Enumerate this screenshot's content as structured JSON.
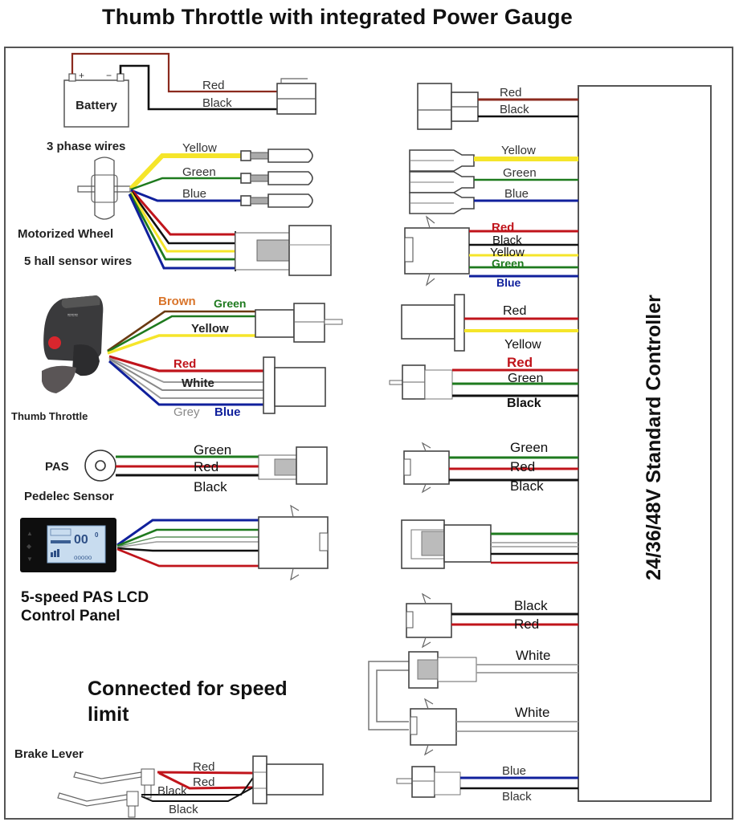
{
  "header": {
    "title": "Thumb Throttle with integrated Power Gauge"
  },
  "colors": {
    "red": "#c0141b",
    "battery_red": "#8b2a1e",
    "black": "#111111",
    "yellow": "#f5e52a",
    "green": "#1e7a1e",
    "blue": "#10209c",
    "white_wire": "#9a9a9a",
    "brown": "#6a3a12",
    "brown_label": "#d9742a",
    "grey_label": "#8a8a8a"
  },
  "left": {
    "battery": {
      "label": "Battery",
      "plus": "+",
      "minus": "−",
      "wires": [
        "Red",
        "Black"
      ]
    },
    "motor": {
      "phase_label": "3 phase wires",
      "wheel_label": "Motorized Wheel",
      "hall_label": "5 hall sensor wires",
      "phase_wires": [
        "Yellow",
        "Green",
        "Blue"
      ]
    },
    "throttle": {
      "label": "Thumb Throttle",
      "top_wires": [
        "Brown",
        "Green",
        "Yellow"
      ],
      "bottom_wires": [
        "Red",
        "White",
        "Grey",
        "Blue"
      ]
    },
    "pas": {
      "tag": "PAS",
      "label": "Pedelec Sensor",
      "wires": [
        "Green",
        "Red",
        "Black"
      ]
    },
    "lcd": {
      "label_line1": "5-speed PAS LCD",
      "label_line2": "Control Panel",
      "display_value": "00",
      "display_decimal": "0"
    },
    "note": {
      "line1": "Connected for speed",
      "line2": "limit"
    },
    "brake": {
      "label": "Brake Lever",
      "wires": [
        "Red",
        "Red",
        "Black",
        "Black"
      ]
    }
  },
  "right": {
    "controller_label": "24/36/48V Standard Controller",
    "battery_wires": [
      "Red",
      "Black"
    ],
    "phase_wires": [
      "Yellow",
      "Green",
      "Blue"
    ],
    "hall_wires": [
      "Red",
      "Black",
      "Yellow",
      "Green",
      "Blue"
    ],
    "throttle_top_wires": [
      "Red",
      "Yellow"
    ],
    "throttle_bottom_wires": [
      "Red",
      "Green",
      "Black"
    ],
    "pas_wires": [
      "Green",
      "Red",
      "Black"
    ],
    "brake_wires": [
      "Black",
      "Red"
    ],
    "speed_limit_wires": [
      "White",
      "White"
    ],
    "last_wires": [
      "Blue",
      "Black"
    ]
  }
}
